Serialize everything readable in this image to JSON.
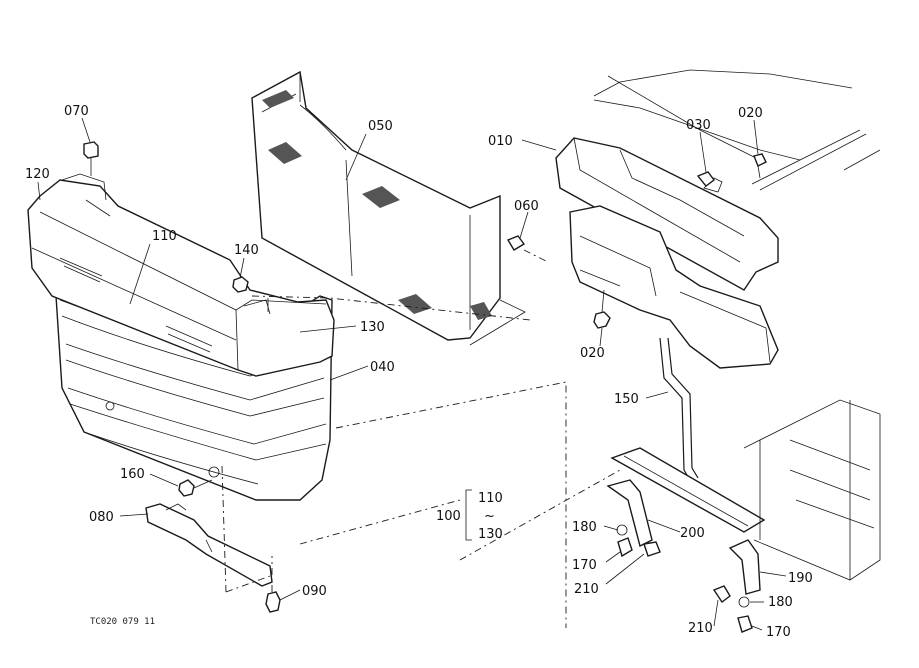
{
  "labels": {
    "p070": "070",
    "p120": "120",
    "p110": "110",
    "p140": "140",
    "p050": "050",
    "p060": "060",
    "p130": "130",
    "p040": "040",
    "p160": "160",
    "p080": "080",
    "p090": "090",
    "p100": "100",
    "p100_top": "110",
    "p100_tilde": "~",
    "p100_bot": "130",
    "p010": "010",
    "p030": "030",
    "p020a": "020",
    "p020b": "020",
    "p150": "150",
    "p180a": "180",
    "p200": "200",
    "p170a": "170",
    "p210a": "210",
    "p190": "190",
    "p180b": "180",
    "p210b": "210",
    "p170b": "170"
  },
  "footer_code": "TC020 079 11"
}
